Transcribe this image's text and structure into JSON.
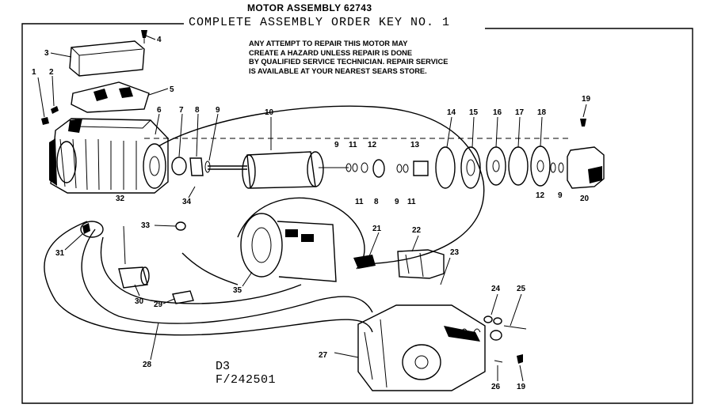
{
  "header": {
    "title": "MOTOR ASSEMBLY 62743",
    "subtitle": "COMPLETE ASSEMBLY ORDER KEY NO. 1"
  },
  "warning": {
    "lines": [
      "ANY ATTEMPT TO REPAIR THIS MOTOR MAY",
      "CREATE A HAZARD UNLESS REPAIR IS DONE",
      "BY QUALIFIED SERVICE TECHNICIAN. REPAIR SERVICE",
      "IS AVAILABLE AT YOUR NEAREST SEARS STORE."
    ]
  },
  "drawing_code": {
    "line1": "D3",
    "line2": "F/242501"
  },
  "callouts": [
    "1",
    "2",
    "3",
    "4",
    "5",
    "6",
    "7",
    "8",
    "9",
    "10",
    "9",
    "11",
    "12",
    "13",
    "14",
    "15",
    "16",
    "17",
    "18",
    "19",
    "34",
    "11",
    "8",
    "9",
    "11",
    "12",
    "9",
    "20",
    "31",
    "32",
    "33",
    "30",
    "29",
    "28",
    "35",
    "21",
    "22",
    "23",
    "24",
    "25",
    "27",
    "26",
    "19"
  ]
}
